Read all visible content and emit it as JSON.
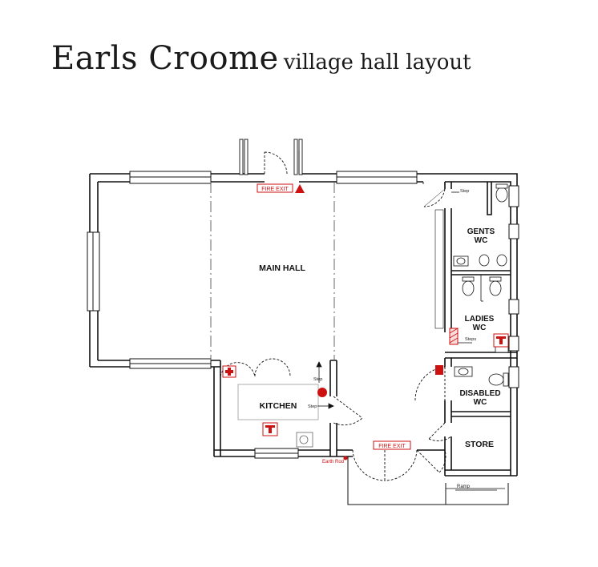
{
  "title": {
    "main": "Earls Croome",
    "sub": "village hall layout"
  },
  "rooms": {
    "main_hall": "MAIN HALL",
    "kitchen": "KITCHEN",
    "gents_1": "GENTS",
    "gents_2": "WC",
    "ladies_1": "LADIES",
    "ladies_2": "WC",
    "disabled_1": "DISABLED",
    "disabled_2": "WC",
    "store": "STORE"
  },
  "labels": {
    "fire_exit_top": "FIRE EXIT",
    "fire_exit_bottom": "FIRE EXIT",
    "earth_rod": "Earth Rod",
    "ramp": "Ramp",
    "step_gents": "Step",
    "steps_ladies": "Steps",
    "step_kitchen_1": "Step",
    "step_kitchen_2": "Step"
  },
  "colors": {
    "wall": "#111111",
    "accent": "#cc1111"
  },
  "icons": [
    "fire-exit-sign-icon",
    "warning-triangle-icon",
    "first-aid-icon",
    "fire-extinguisher-icon",
    "fire-alarm-icon",
    "earth-rod-icon"
  ]
}
